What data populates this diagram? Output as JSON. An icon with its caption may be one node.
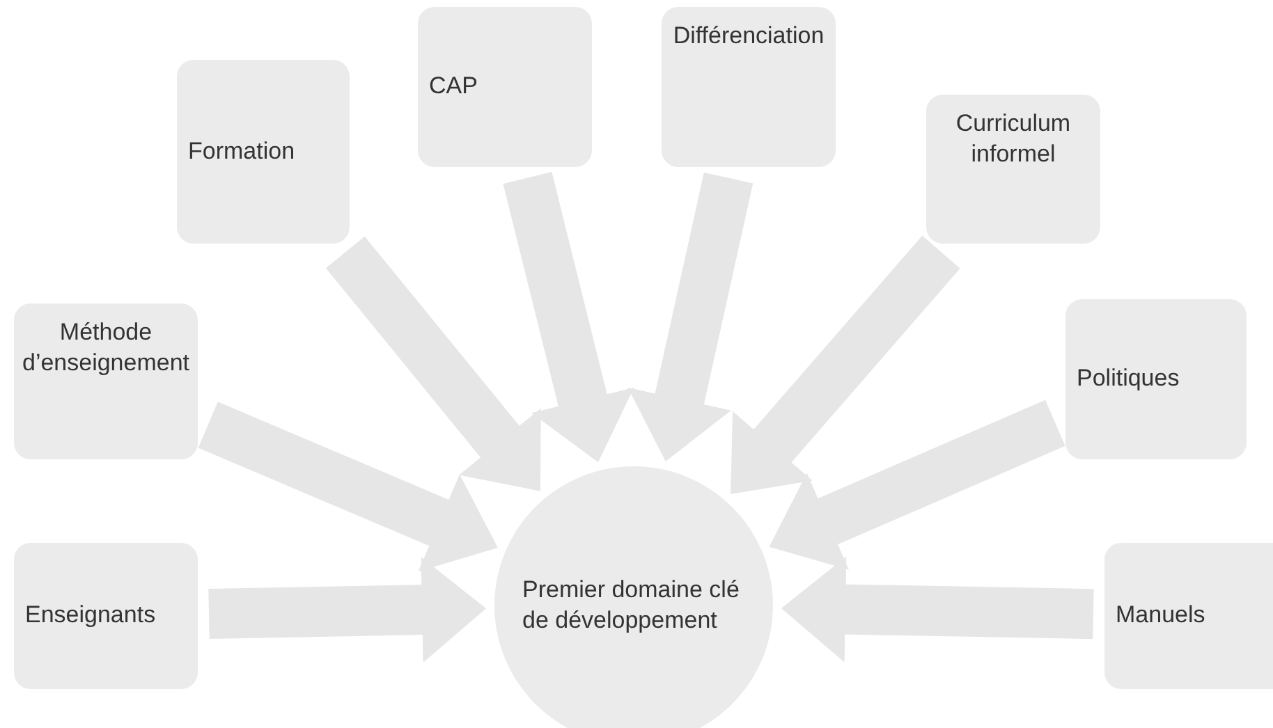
{
  "diagram": {
    "nodes": [
      {
        "text": [
          "Enseignants"
        ]
      },
      {
        "text": [
          "Méthode d’enseignement"
        ]
      },
      {
        "text": [
          "Formation"
        ]
      },
      {
        "text": [
          "CAP"
        ]
      },
      {
        "text": [
          "Différenciation"
        ]
      },
      {
        "text": [
          "Curriculum informel"
        ]
      },
      {
        "text": [
          "Politiques"
        ]
      },
      {
        "text": [
          "Manuels"
        ]
      },
      {
        "text": [
          "Premier domaine clé de développement"
        ]
      }
    ],
    "edges": [
      {
        "from": 0,
        "to": 8,
        "arrow": "to"
      },
      {
        "from": 1,
        "to": 8,
        "arrow": "to"
      },
      {
        "from": 2,
        "to": 8,
        "arrow": "to"
      },
      {
        "from": 3,
        "to": 8,
        "arrow": "to"
      },
      {
        "from": 4,
        "to": 8,
        "arrow": "to"
      },
      {
        "from": 5,
        "to": 8,
        "arrow": "to"
      },
      {
        "from": 6,
        "to": 8,
        "arrow": "to"
      },
      {
        "from": 7,
        "to": 8,
        "arrow": "to"
      }
    ]
  }
}
